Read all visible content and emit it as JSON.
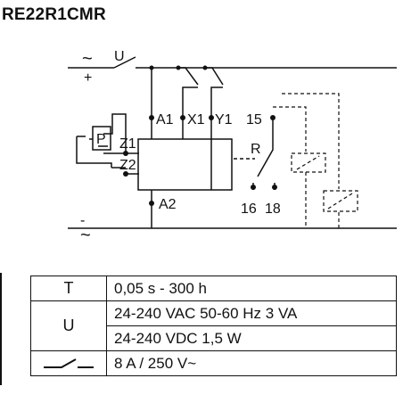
{
  "title": "RE22R1CMR",
  "diagram": {
    "supply_top_ac": "~",
    "supply_top_plus": "+",
    "supply_switch_label": "U",
    "supply_bottom_minus": "-",
    "supply_bottom_ac": "~",
    "terminals": {
      "a1": "A1",
      "x1": "X1",
      "y1": "Y1",
      "z1": "Z1",
      "z2": "Z2",
      "a2": "A2",
      "t15": "15",
      "t16": "16",
      "t18": "18"
    },
    "potentiometer_label": "P",
    "relay_label": "R"
  },
  "specs": [
    {
      "symbol": "T",
      "values": [
        "0,05 s - 300 h"
      ]
    },
    {
      "symbol": "U",
      "values": [
        "24-240 VAC 50-60 Hz 3 VA",
        "24-240 VDC 1,5 W"
      ]
    },
    {
      "symbol": "contact-icon",
      "values": [
        "8 A / 250 V~"
      ]
    }
  ]
}
